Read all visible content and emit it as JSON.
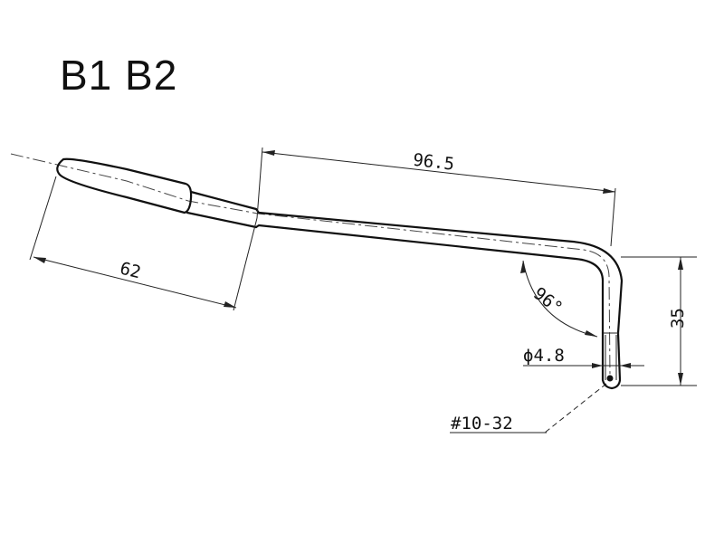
{
  "title": "B1 B2",
  "dimensions": {
    "grip_length": "62",
    "arm_length": "96.5",
    "drop_height": "35",
    "bend_angle": "96°",
    "diameter": "ϕ4.8",
    "thread": "#10-32"
  },
  "colors": {
    "line": "#111111",
    "background": "#ffffff"
  }
}
